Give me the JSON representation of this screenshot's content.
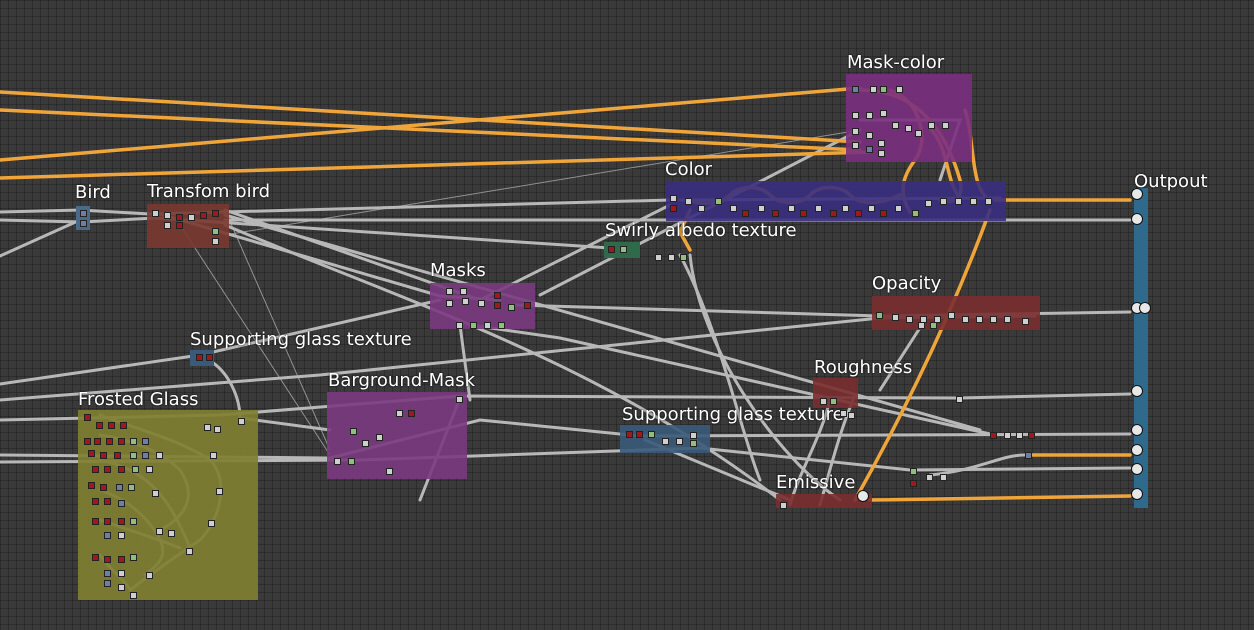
{
  "frames": {
    "mask_color": {
      "label": "Mask-color",
      "color": "#7a2f80"
    },
    "color": {
      "label": "Color",
      "color": "#3a2f80"
    },
    "outpout": {
      "label": "Outpout",
      "color": "#2f6a8c"
    },
    "bird": {
      "label": "Bird",
      "color": "#4a6a8a"
    },
    "transform_bird": {
      "label": "Transfom bird",
      "color": "#7a3a30"
    },
    "swirly": {
      "label": "Swirly albedo texture",
      "color": "#2f6a4a"
    },
    "masks": {
      "label": "Masks",
      "color": "#7a3a80"
    },
    "opacity": {
      "label": "Opacity",
      "color": "#7a2f30"
    },
    "supporting_glass_1": {
      "label": "Supporting glass texture",
      "color": "#3a5a7a"
    },
    "roughness": {
      "label": "Roughness",
      "color": "#7a2f30"
    },
    "frosted_glass": {
      "label": "Frosted Glass",
      "color": "#7f7f32"
    },
    "barground_mask": {
      "label": "Barground-Mask",
      "color": "#7a3a80"
    },
    "supporting_glass_2": {
      "label": "Supporting glass texture",
      "color": "#3a5a7a"
    },
    "emissive": {
      "label": "Emissive",
      "color": "#7a2f30"
    }
  },
  "colors": {
    "wire_gray": "#b8b8b8",
    "wire_orange": "#f0a53a",
    "background": "#3a3a3a"
  }
}
